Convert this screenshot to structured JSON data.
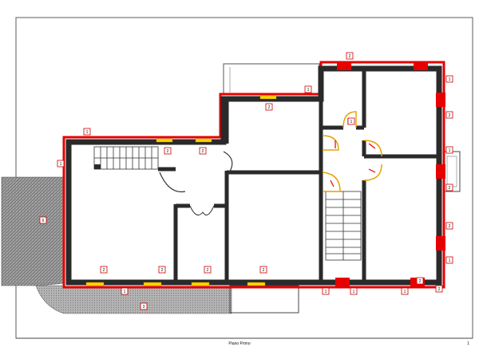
{
  "sheet": {
    "title": "Piano Primo",
    "page_marker": "1"
  },
  "colors": {
    "wall": "#2a2a2a",
    "outline_red": "#e60000",
    "tag_fill": "#ffffff",
    "tag_border": "#cc0000",
    "hatch": "#8a8a8a",
    "door_swing": "#e8a000",
    "window_yellow": "#ffd400"
  },
  "tags": [
    {
      "id": "t-top-2",
      "label": "2"
    },
    {
      "id": "t-top-1",
      "label": "1"
    },
    {
      "id": "t-upper-2",
      "label": "2"
    },
    {
      "id": "t-mid-1",
      "label": "1"
    },
    {
      "id": "t-left-1",
      "label": "1"
    },
    {
      "id": "t-corr-2a",
      "label": "2"
    },
    {
      "id": "t-corr-2b",
      "label": "2"
    },
    {
      "id": "t-right-1a",
      "label": "1"
    },
    {
      "id": "t-right-2a",
      "label": "2"
    },
    {
      "id": "t-right-1b",
      "label": "1"
    },
    {
      "id": "t-right-2b",
      "label": "2"
    },
    {
      "id": "t-right-2c",
      "label": "2"
    },
    {
      "id": "t-right-1c",
      "label": "1"
    },
    {
      "id": "t-right-2d",
      "label": "2"
    },
    {
      "id": "t-terrace-6",
      "label": "6"
    },
    {
      "id": "t-bot-2a",
      "label": "2"
    },
    {
      "id": "t-bot-2b",
      "label": "2"
    },
    {
      "id": "t-bot-2c",
      "label": "2"
    },
    {
      "id": "t-bot-2d",
      "label": "2"
    },
    {
      "id": "t-bot-1a",
      "label": "1"
    },
    {
      "id": "t-bot-1b",
      "label": "1"
    },
    {
      "id": "t-bot-1c",
      "label": "1"
    },
    {
      "id": "t-bot-2e",
      "label": "2"
    },
    {
      "id": "t-bot-1d",
      "label": "1"
    },
    {
      "id": "t-bot-1e",
      "label": "1"
    },
    {
      "id": "t-path-3",
      "label": "3"
    }
  ]
}
